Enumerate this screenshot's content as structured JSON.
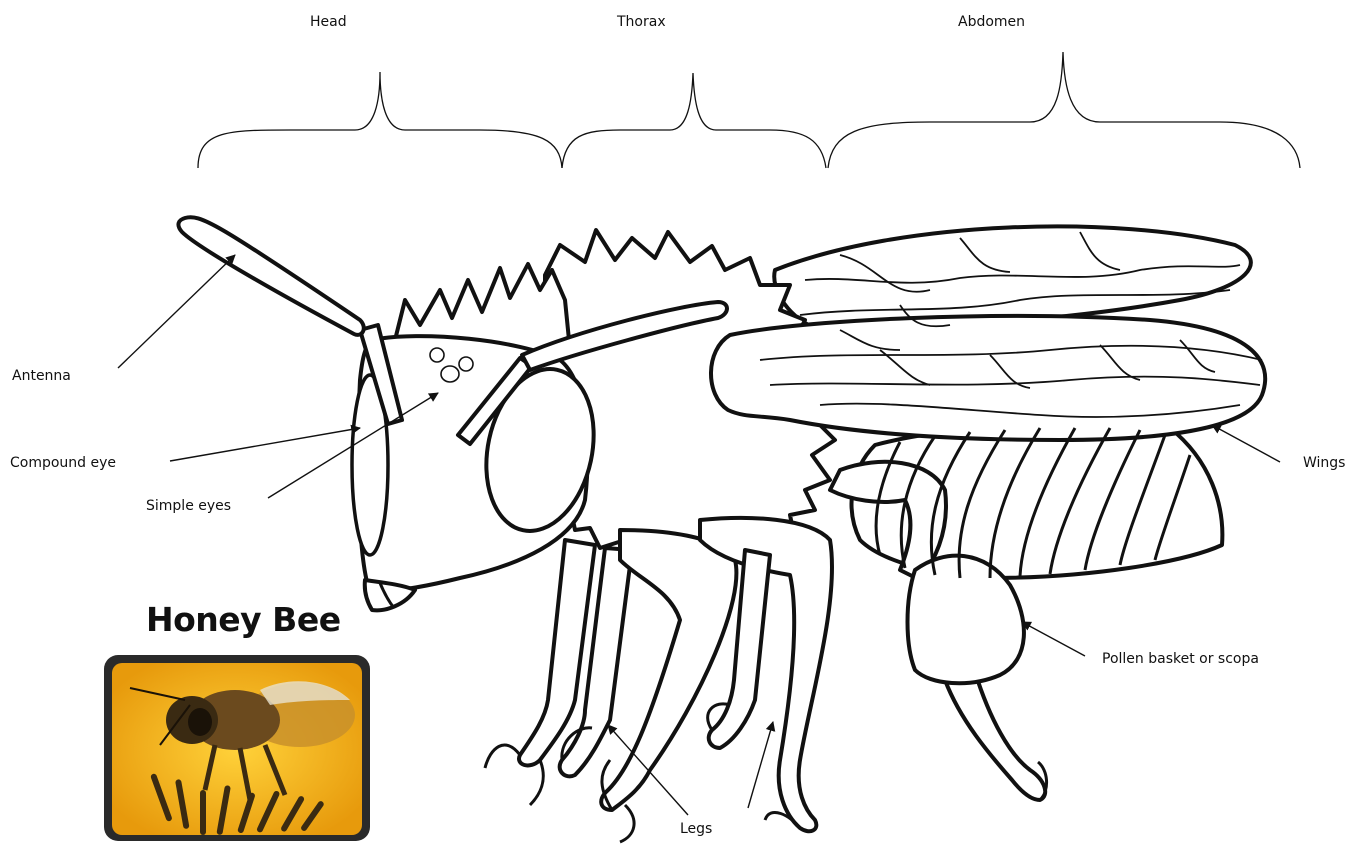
{
  "labels": {
    "head": "Head",
    "thorax": "Thorax",
    "abdomen": "Abdomen",
    "antenna": "Antenna",
    "compound_eye": "Compound eye",
    "simple_eyes": "Simple eyes",
    "wings": "Wings",
    "pollen_basket": "Pollen basket  or scopa",
    "legs": "Legs"
  },
  "photo_card": {
    "title": "Honey Bee"
  },
  "colors": {
    "outline": "#111111",
    "background": "#ffffff",
    "photo_card_border": "#2a2a2a",
    "photo_bg": "#f2b21a"
  }
}
